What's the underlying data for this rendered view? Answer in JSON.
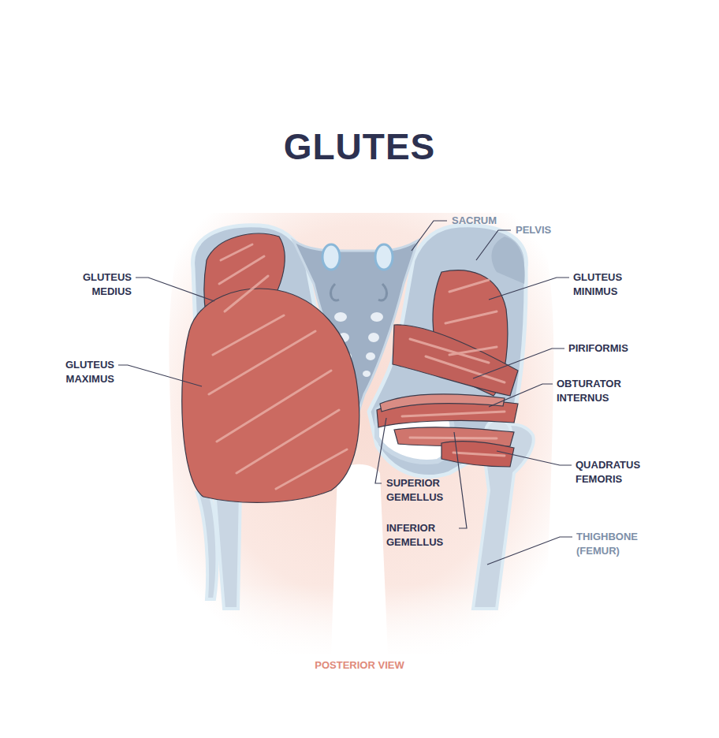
{
  "diagram": {
    "title": "GLUTES",
    "caption": "POSTERIOR VIEW",
    "labels": [
      "SACRUM",
      "PELVIS",
      "GLUTEUS MEDIUS",
      "GLUTEUS MINIMUS",
      "GLUTEUS MAXIMUS",
      "PIRIFORMIS",
      "OBTURATOR INTERNUS",
      "QUADRATUS FEMORIS",
      "SUPERIOR GEMELLUS",
      "INFERIOR GEMELLUS",
      "THIGHBONE (FEMUR)"
    ]
  }
}
